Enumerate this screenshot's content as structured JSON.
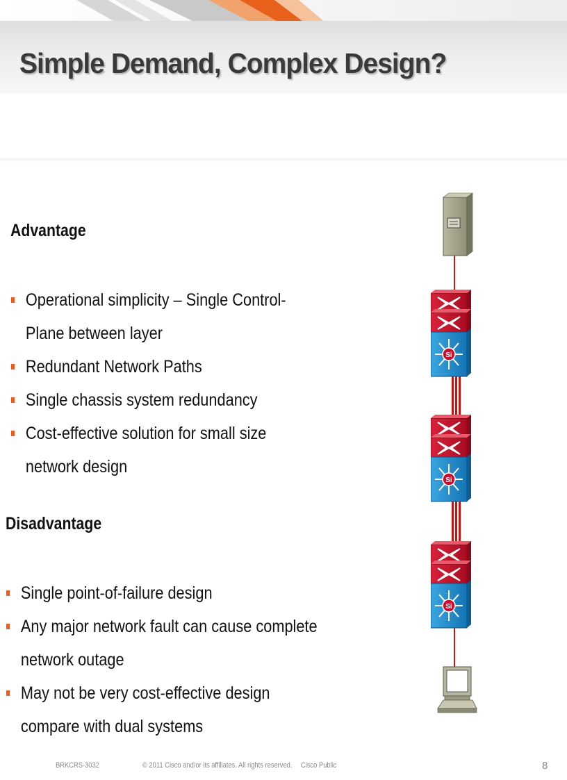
{
  "slide": {
    "title": "Simple Demand, Complex Design?",
    "page_number": "8"
  },
  "advantage": {
    "heading": "Advantage",
    "items": [
      {
        "line1": "Operational simplicity – Single Control-",
        "line2": "Plane between layer"
      },
      {
        "line1": "Redundant Network Paths",
        "line2": ""
      },
      {
        "line1": "Single chassis system redundancy",
        "line2": ""
      },
      {
        "line1": "Cost-effective solution for small size",
        "line2": "network design"
      }
    ]
  },
  "disadvantage": {
    "heading": "Disadvantage",
    "items": [
      {
        "line1": "Single point-of-failure design",
        "line2": ""
      },
      {
        "line1": "Any major network fault can cause complete",
        "line2": "network outage"
      },
      {
        "line1": "May not be very cost-effective design",
        "line2": "compare with dual systems"
      }
    ]
  },
  "footer": {
    "session_code": "BRKCRS-3032",
    "copyright": "© 2011 Cisco and/or its affiliates. All rights reserved.",
    "classification": "Cisco Public"
  },
  "diagram": {
    "icons": [
      "server-icon",
      "switch-stack-icon",
      "switch-stack-icon",
      "switch-stack-icon",
      "workstation-icon"
    ],
    "switch_label": "Si",
    "colors": {
      "link": "#cc1111",
      "router": "#c8102e",
      "l3_switch": "#1f8fd0",
      "accent": "#e8611a"
    }
  }
}
